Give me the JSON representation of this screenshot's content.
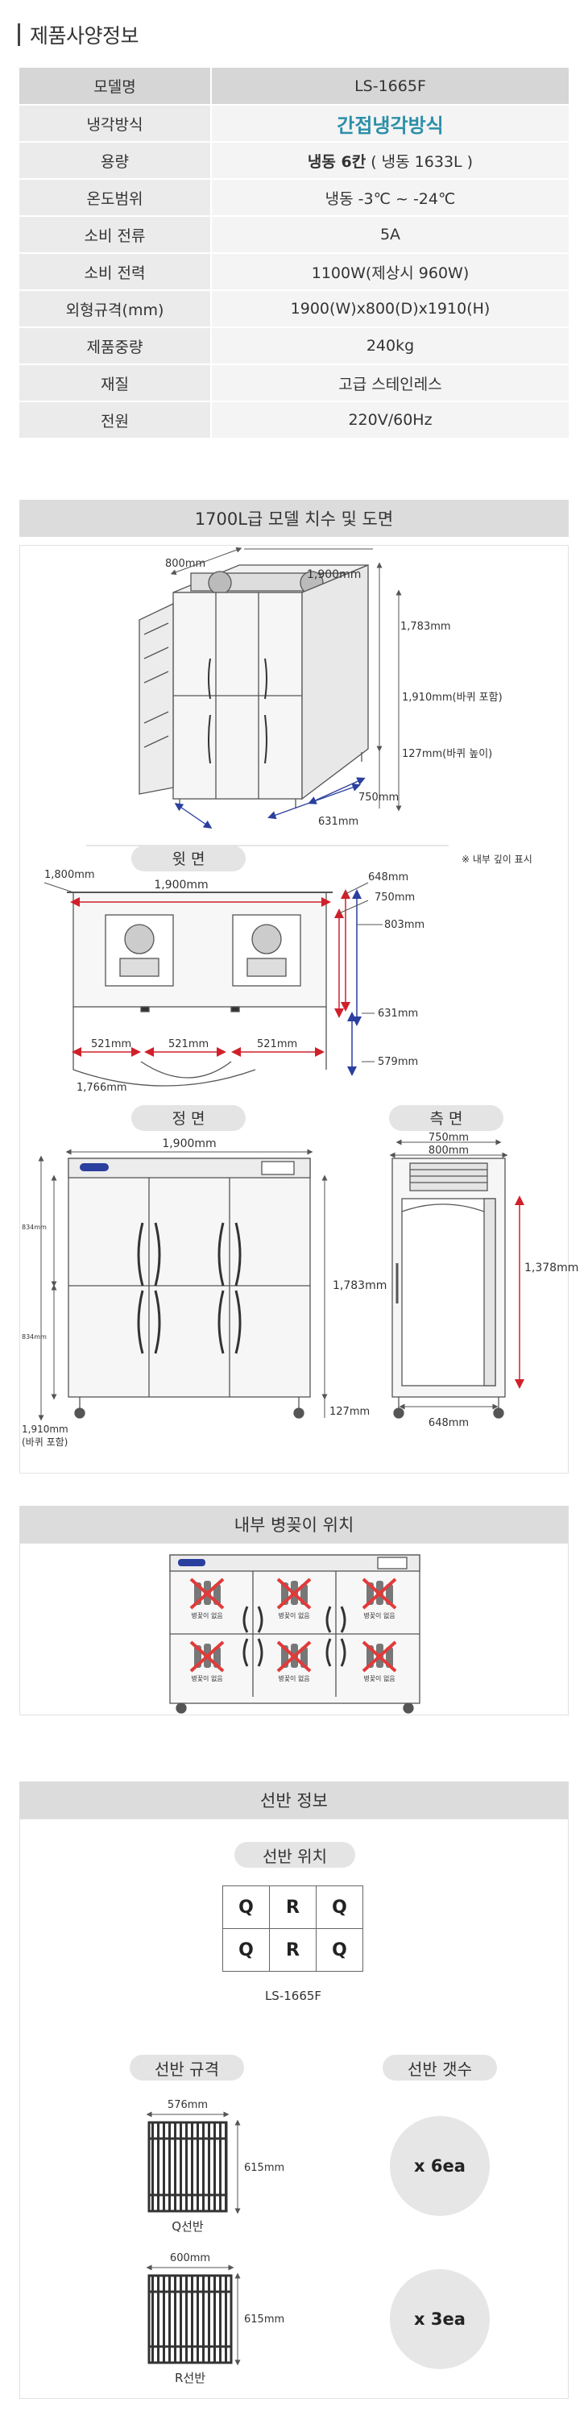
{
  "header": {
    "title": "제품사양정보"
  },
  "spec": {
    "rows": [
      {
        "label": "모델명",
        "value": "LS-1665F"
      },
      {
        "label": "냉각방식",
        "value": "간접냉각방식"
      },
      {
        "label": "용량",
        "value_bold": "냉동 6칸",
        "value_rest": " (  냉동 1633L )"
      },
      {
        "label": "온도범위",
        "value": "냉동 -3℃ ~ -24℃"
      },
      {
        "label": "소비 전류",
        "value": "5A"
      },
      {
        "label": "소비 전력",
        "value": "1100W(제상시 960W)"
      },
      {
        "label": "외형규격(mm)",
        "value": "1900(W)x800(D)x1910(H)"
      },
      {
        "label": "제품중량",
        "value": "240kg"
      },
      {
        "label": "재질",
        "value": "고급 스테인레스"
      },
      {
        "label": "전원",
        "value": "220V/60Hz"
      }
    ]
  },
  "dimensions": {
    "title": "1700L급 모델 치수 및 도면",
    "iso": {
      "depth": "800mm",
      "width": "1,900mm",
      "top_h": "1,783mm",
      "height": "1,910mm(바퀴 포함)",
      "wheel": "127mm(바퀴 높이)",
      "d750": "750mm",
      "d631": "631mm"
    },
    "top": {
      "label": "윗 면",
      "note": "※ 내부 깊이 표시",
      "d1800": "1,800mm",
      "d1900": "1,900mm",
      "d648": "648mm",
      "d750": "750mm",
      "d803": "803mm",
      "d631": "631mm",
      "d579": "579mm",
      "d521a": "521mm",
      "d521b": "521mm",
      "d521c": "521mm",
      "d1766": "1,766mm"
    },
    "front": {
      "label": "정 면",
      "d1900": "1,900mm",
      "d1783": "1,783mm",
      "d127": "127mm",
      "d1910": "1,910mm",
      "d1910_note": "(바퀴 포함)",
      "left_a": "834mm",
      "left_b": "834mm"
    },
    "side": {
      "label": "측 면",
      "d750": "750mm",
      "d800": "800mm",
      "d1378": "1,378mm",
      "d648": "648mm"
    }
  },
  "bottle": {
    "title": "내부 병꽂이 위치",
    "cell_label": "병꽂이 없음"
  },
  "shelf": {
    "title": "선반 정보",
    "position_label": "선반 위치",
    "grid": [
      [
        "Q",
        "R",
        "Q"
      ],
      [
        "Q",
        "R",
        "Q"
      ]
    ],
    "model": "LS-1665F",
    "spec_label": "선반 규격",
    "count_label": "선반 갯수",
    "q_w": "576mm",
    "q_h": "615mm",
    "q_name": "Q선반",
    "q_count": "x 6ea",
    "r_w": "600mm",
    "r_h": "615mm",
    "r_name": "R선반",
    "r_count": "x 3ea"
  },
  "colors": {
    "accent": "#2b8fa8",
    "dim_red": "#d0202a",
    "dim_blue": "#2a3f9e",
    "x_red": "#e23a3a"
  }
}
